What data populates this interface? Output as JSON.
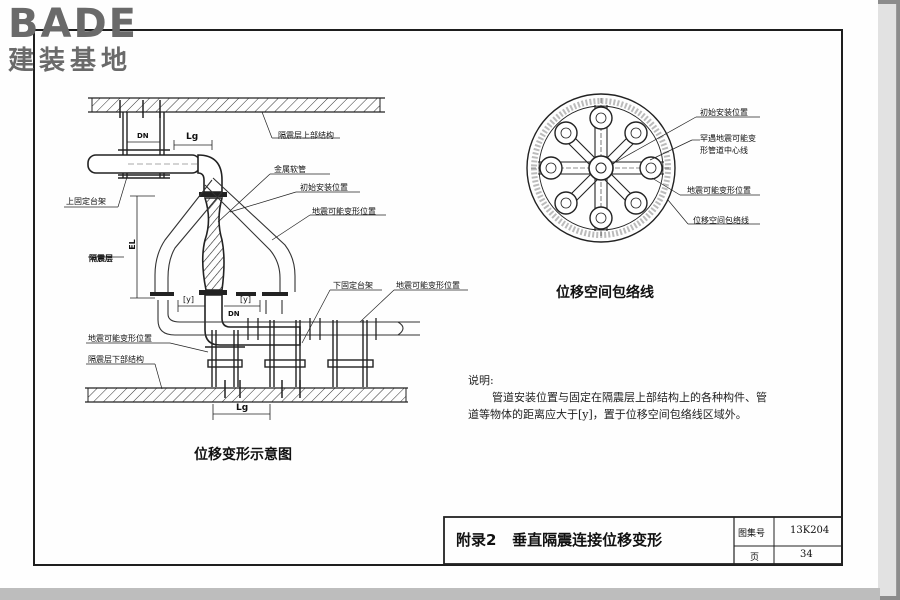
{
  "logo": {
    "main": "BADE",
    "sub": "建装基地"
  },
  "left_diagram": {
    "caption": "位移变形示意图",
    "labels": {
      "upper_structure": "隔震层上部结构",
      "lg_top": "Lg",
      "dn_top": "DN",
      "metal_hose": "金属软管",
      "initial_position": "初始安装位置",
      "possible_deformation": "地震可能变形位置",
      "upper_fixed_support": "上固定台架",
      "el": "EL",
      "isolation_layer": "隔震层",
      "y_left": "[y]",
      "y_right": "[y]",
      "dn_bottom": "DN",
      "lower_fixed_support": "下固定台架",
      "possible_deformation_right": "地震可能变形位置",
      "possible_deformation_left": "地震可能变形位置",
      "lower_structure": "隔震层下部结构",
      "lg_bottom": "Lg"
    }
  },
  "right_diagram": {
    "caption": "位移空间包络线",
    "labels": {
      "initial_position": "初始安装位置",
      "center_line_1": "罕遇地震可能变",
      "center_line_2": "形管道中心线",
      "possible_deformation": "地震可能变形位置",
      "envelope": "位移空间包络线"
    }
  },
  "notes": {
    "heading": "说明:",
    "line1": "管道安装位置与固定在隔震层上部结构上的各种构件、管",
    "line2": "道等物体的距离应大于[y]，置于位移空间包络线区域外。"
  },
  "title_block": {
    "title": "附录2   垂直隔震连接位移变形",
    "atlas_label": "图集号",
    "atlas_value": "13K204",
    "page_label": "页",
    "page_value": "34"
  }
}
